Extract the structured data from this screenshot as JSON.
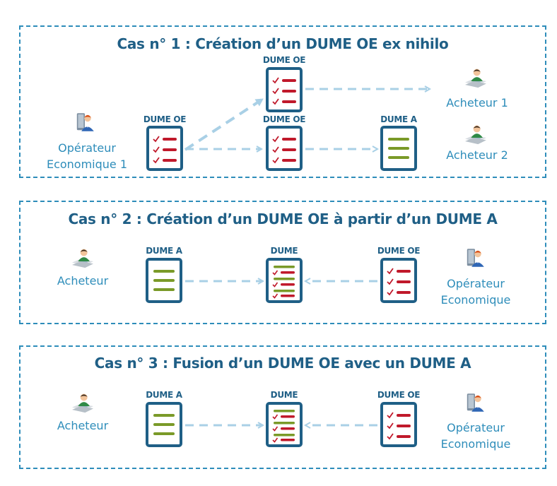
{
  "cases": [
    {
      "title": "Cas n° 1 : Création d’un DUME OE ex nihilo",
      "source_doc": "DUME OE",
      "copy_top_doc": "DUME OE",
      "copy_mid_doc": "DUME OE",
      "target_doc": "DUME A",
      "operator_line1": "Opérateur",
      "operator_line2": "Economique 1",
      "buyer1": "Acheteur 1",
      "buyer2": "Acheteur 2"
    },
    {
      "title": "Cas n° 2 : Création d’un DUME OE à partir d’un DUME A",
      "buyer": "Acheteur",
      "left_doc": "DUME A",
      "mid_doc": "DUME",
      "right_doc": "DUME OE",
      "operator_line1": "Opérateur",
      "operator_line2": "Economique"
    },
    {
      "title": "Cas n° 3 : Fusion d’un DUME OE avec un DUME A",
      "buyer": "Acheteur",
      "left_doc": "DUME A",
      "mid_doc": "DUME",
      "right_doc": "DUME OE",
      "operator_line1": "Opérateur",
      "operator_line2": "Economique"
    }
  ],
  "colors": {
    "border": "#2e8dba",
    "title": "#1f5f86",
    "doc_frame": "#1f5f86",
    "oe_line": "#c0192b",
    "a_line": "#7a9a28",
    "arrow": "#a9d0e6"
  }
}
